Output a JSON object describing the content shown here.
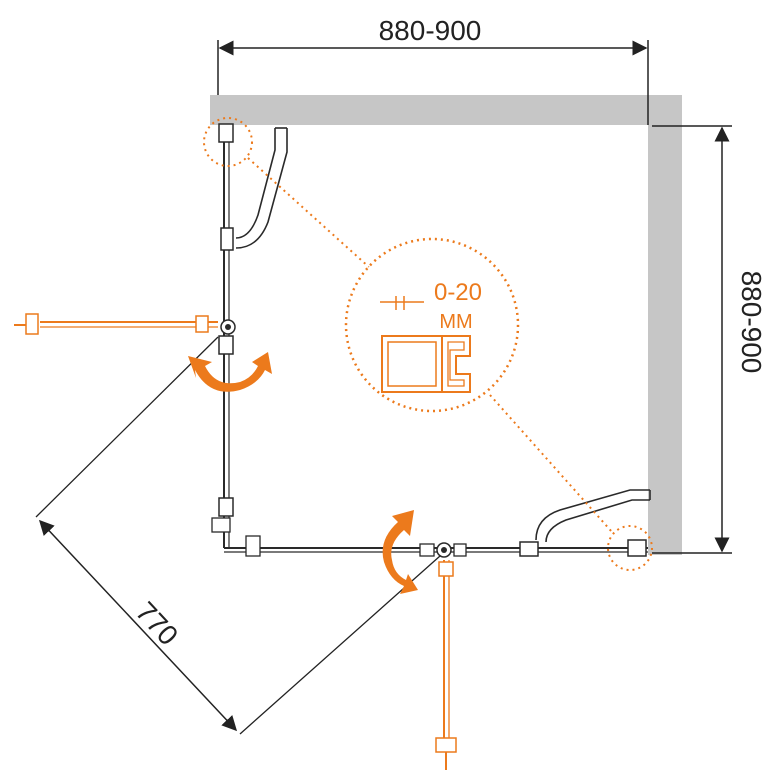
{
  "dimensions": {
    "top_width": "880-900",
    "right_depth": "880-900",
    "diagonal_door": "770"
  },
  "callout": {
    "range": "0-20",
    "unit": "MM"
  },
  "colors": {
    "wall": "#c6c6c6",
    "accent": "#ec7a1c",
    "line": "#2a2a2a"
  },
  "icons": {
    "swing_arrow_left": "curved-double-arrow-icon",
    "swing_arrow_bottom": "curved-double-arrow-icon",
    "hinge": "hinge-icon",
    "handle": "towel-bar-icon"
  }
}
